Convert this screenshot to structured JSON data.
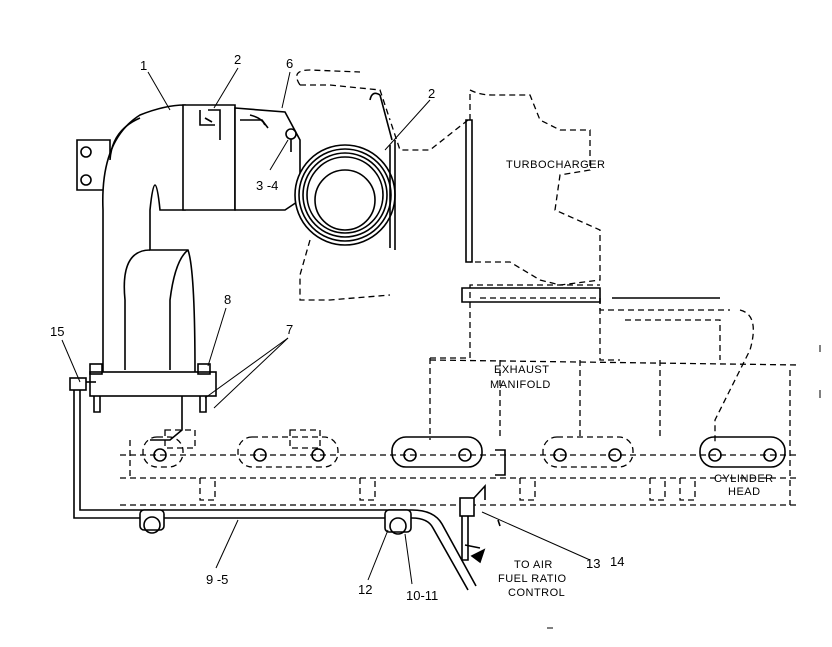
{
  "callouts": {
    "c1": "1",
    "c2a": "2",
    "c6": "6",
    "c2b": "2",
    "c34": "3 -4",
    "c15": "15",
    "c8": "8",
    "c7": "7",
    "c95": "9 -5",
    "c12": "12",
    "c1011": "10-11",
    "c13": "13",
    "c14": "14"
  },
  "labels": {
    "turbocharger": "TURBOCHARGER",
    "exhaust_line1": "EXHAUST",
    "exhaust_line2": "MANIFOLD",
    "cylinder_line1": "CYLINDER",
    "cylinder_line2": "HEAD",
    "to_air_line1": "TO  AIR",
    "to_air_line2": "FUEL  RATIO",
    "to_air_line3": "CONTROL"
  }
}
